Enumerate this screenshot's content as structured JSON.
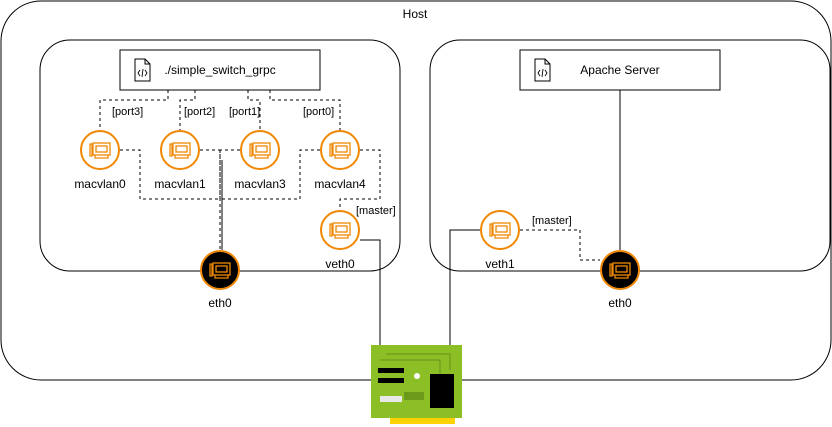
{
  "host": {
    "label": "Host"
  },
  "left_group": {
    "app": {
      "label": "./simple_switch_grpc",
      "icon": "code-file-icon"
    },
    "ports": [
      "[port3]",
      "[port2]",
      "[port1]",
      "[port0]"
    ],
    "interfaces": [
      "macvlan0",
      "macvlan1",
      "macvlan3",
      "macvlan4"
    ],
    "veth": {
      "label": "veth0",
      "master": "[master]"
    }
  },
  "right_group": {
    "app": {
      "label": "Apache Server",
      "icon": "code-file-icon"
    },
    "veth": {
      "label": "veth1",
      "master": "[master]"
    },
    "eth": {
      "label": "eth0"
    }
  },
  "host_eth": {
    "label": "eth0"
  },
  "colors": {
    "nic_accent": "#f08705",
    "card_green": "#8cbf26",
    "card_gold": "#ffd100"
  }
}
